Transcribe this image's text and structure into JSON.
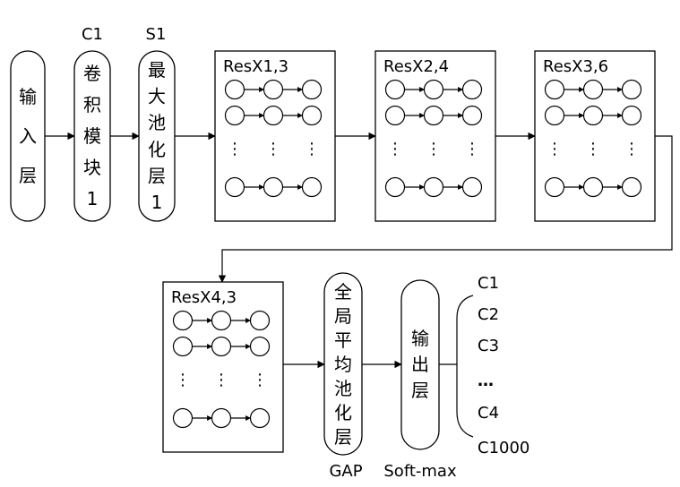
{
  "modules": {
    "input": "输入层",
    "conv": "卷积模块1",
    "pool": "最大池化层1",
    "gap": "全局平均池化层",
    "output": "输出层"
  },
  "top_labels": {
    "conv": "C1",
    "pool": "S1"
  },
  "bottom_labels": {
    "gap": "GAP",
    "softmax": "Soft-max"
  },
  "blocks": [
    {
      "label": "ResX1,3"
    },
    {
      "label": "ResX2,4"
    },
    {
      "label": "ResX3,6"
    },
    {
      "label": "ResX4,3"
    }
  ],
  "ellipsis_vertical": "⋮",
  "classes": [
    "C1",
    "C2",
    "C3",
    "…",
    "C4",
    "C1000"
  ]
}
